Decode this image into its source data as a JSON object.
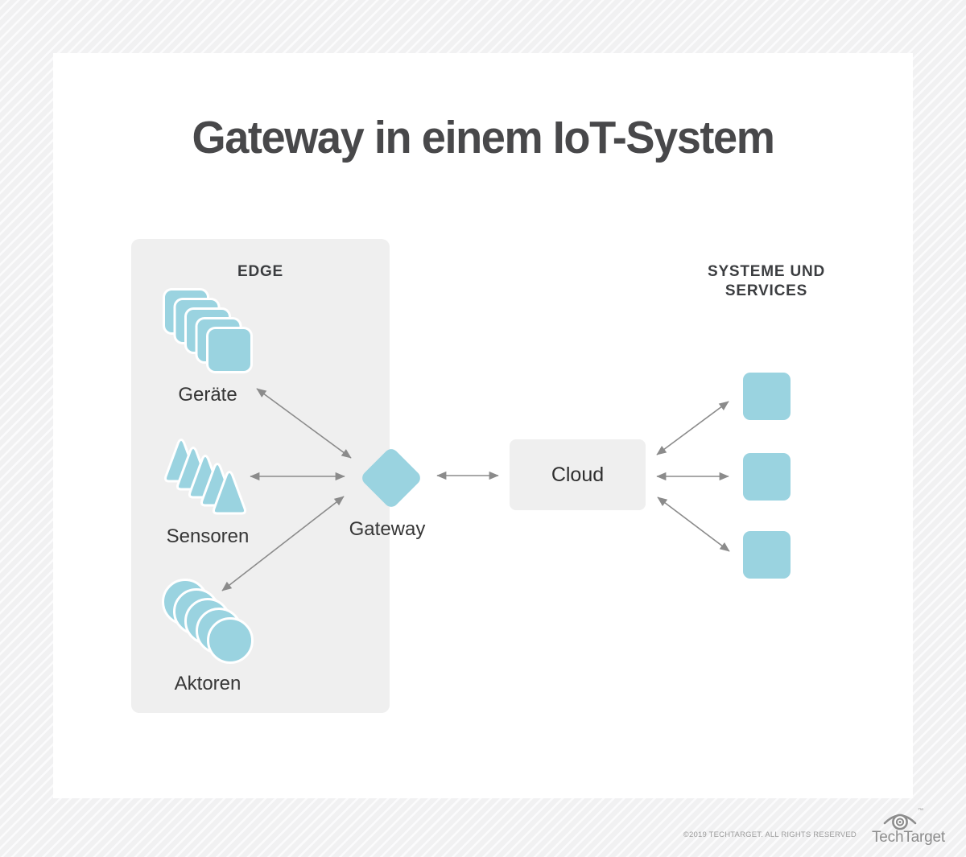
{
  "title": "Gateway in einem IoT-System",
  "edge": {
    "header": "EDGE",
    "devices": {
      "label": "Geräte",
      "icon": "stacked-squares",
      "count": 5
    },
    "sensors": {
      "label": "Sensoren",
      "icon": "stacked-triangles",
      "count": 5
    },
    "actors": {
      "label": "Aktoren",
      "icon": "stacked-circles",
      "count": 5
    }
  },
  "gateway": {
    "label": "Gateway",
    "icon": "rounded-diamond"
  },
  "cloud": {
    "label": "Cloud"
  },
  "services": {
    "header_line1": "SYSTEME UND",
    "header_line2": "SERVICES",
    "box_count": 3,
    "icon": "rounded-square"
  },
  "connections": [
    {
      "from": "devices",
      "to": "gateway",
      "bidirectional": true
    },
    {
      "from": "sensors",
      "to": "gateway",
      "bidirectional": true
    },
    {
      "from": "actors",
      "to": "gateway",
      "bidirectional": true
    },
    {
      "from": "gateway",
      "to": "cloud",
      "bidirectional": true
    },
    {
      "from": "cloud",
      "to": "service-1",
      "bidirectional": true
    },
    {
      "from": "cloud",
      "to": "service-2",
      "bidirectional": true
    },
    {
      "from": "cloud",
      "to": "service-3",
      "bidirectional": true
    }
  ],
  "footer": {
    "copyright": "©2019 TECHTARGET. ALL RIGHTS RESERVED",
    "brand": "TechTarget",
    "trademark": "™",
    "logo_icon": "techtarget-eye"
  },
  "colors": {
    "accent_blue": "#9ad3e0",
    "panel_gray": "#efefef",
    "arrow_gray": "#8b8b8b",
    "title_gray": "#48484a",
    "label_gray": "#363636",
    "footer_gray": "#9c9c9c",
    "background_stripe": "#f1f1f2"
  }
}
